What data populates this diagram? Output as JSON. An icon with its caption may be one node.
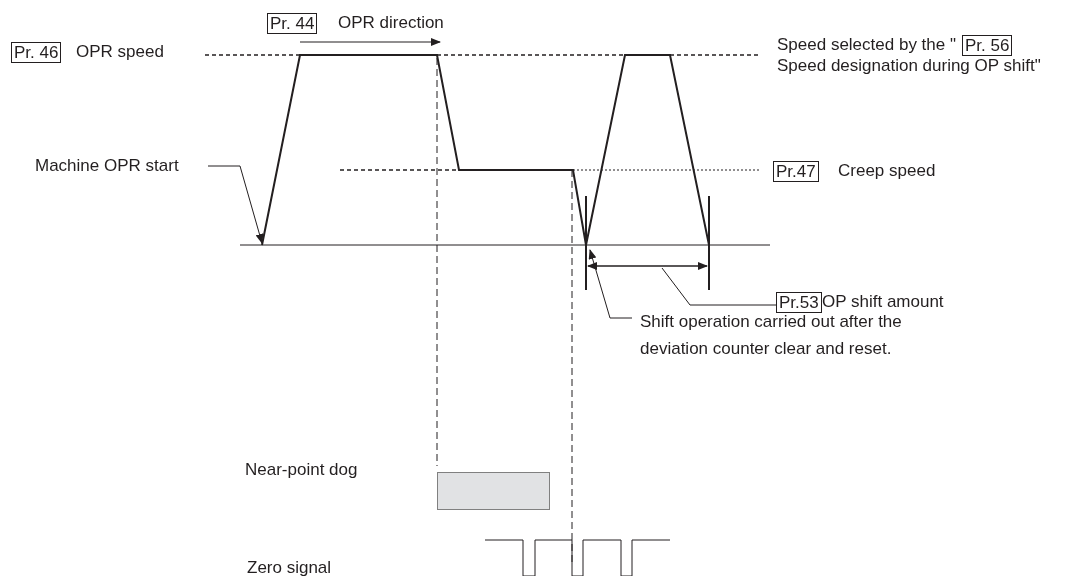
{
  "diagram": {
    "nodes": [
      {
        "text": [
          "Pr. 44"
        ]
      },
      {
        "text": [
          "Pr. 46"
        ]
      },
      {
        "text": [
          "Pr. 56"
        ]
      },
      {
        "text": [
          "Machine OPR start"
        ]
      },
      {
        "text": [
          "Pr.47"
        ]
      },
      {
        "text": [
          "Pr.53"
        ]
      },
      {
        "text": [
          "Shift operation carried out after the deviation counter clear and reset."
        ]
      },
      {
        "text": [
          "Near-point dog"
        ]
      }
    ],
    "edges": [
      {
        "from": 3,
        "to": null,
        "arrow": "to"
      },
      {
        "from": 5,
        "to": null,
        "arrow": "none"
      },
      {
        "from": 6,
        "to": null,
        "arrow": "to"
      }
    ],
    "labels": [
      "OPR direction",
      "OPR speed",
      "Speed selected by the \"",
      "Speed designation during OP shift\"",
      "Creep speed",
      "OP shift amount",
      "Zero signal"
    ]
  }
}
